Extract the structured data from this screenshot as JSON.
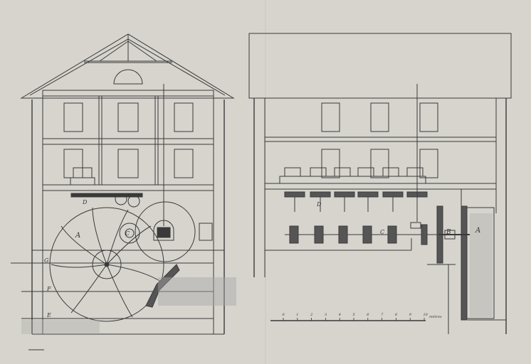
{
  "colors": {
    "paper": "#d9d7d1",
    "ink": "#3a3a3a",
    "light_ink": "#666666",
    "water": "#a9a9a9"
  },
  "labels": {
    "A_left": "A",
    "C_left": "C",
    "D_left": "D",
    "E_left": "E",
    "F_left": "F",
    "G_left": "G",
    "A_right": "A",
    "B_right": "B",
    "C_right": "C",
    "D_right": "D"
  },
  "scale_bar": {
    "ticks": [
      "0",
      "1",
      "2",
      "3",
      "4",
      "5",
      "6",
      "7",
      "8",
      "9",
      "10"
    ],
    "unit": "mètres"
  }
}
